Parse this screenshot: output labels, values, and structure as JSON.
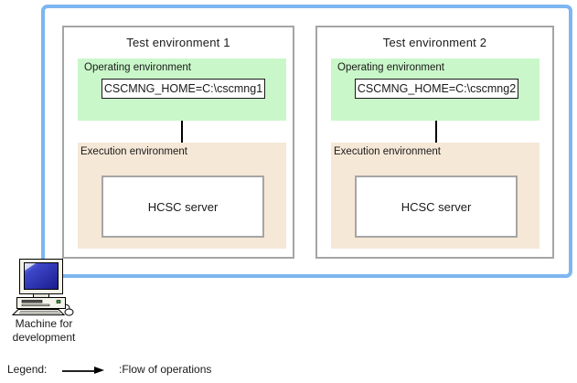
{
  "environments": [
    {
      "title": "Test environment 1",
      "operating": {
        "label": "Operating environment",
        "home": "CSCMNG_HOME=C:\\cscmng1"
      },
      "execution": {
        "label": "Execution environment",
        "server": "HCSC server"
      }
    },
    {
      "title": "Test environment 2",
      "operating": {
        "label": "Operating environment",
        "home": "CSCMNG_HOME=C:\\cscmng2"
      },
      "execution": {
        "label": "Execution environment",
        "server": "HCSC server"
      }
    }
  ],
  "machine": {
    "line1": "Machine for",
    "line2": "development"
  },
  "legend": {
    "label": "Legend:",
    "meaning": ":Flow of operations"
  },
  "colors": {
    "frame_border": "#7db6f0",
    "operating_bg": "#c9f7c9",
    "execution_bg": "#f6e8d7",
    "box_border": "#a5a5a5",
    "arrow": "#000000",
    "screen_blue": "#2a2aa0"
  }
}
